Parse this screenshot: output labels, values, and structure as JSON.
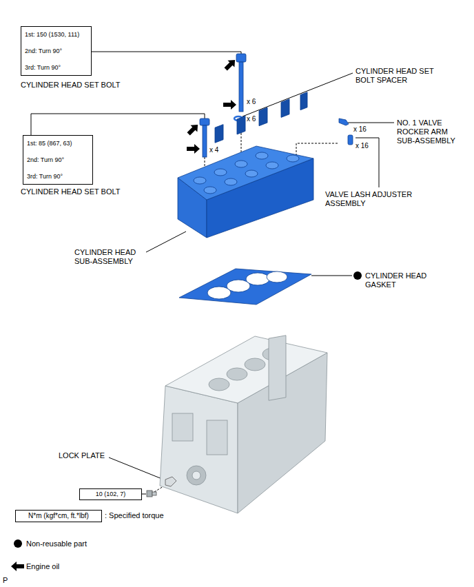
{
  "diagram": {
    "nodes": [
      {
        "text": [
          "1st: 150 (1530, 111)",
          "2nd: Turn 90°",
          "3rd: Turn 90°"
        ]
      },
      {
        "text": [
          "1st: 85 (867, 63)",
          "2nd: Turn 90°",
          "3rd: Turn 90°"
        ]
      },
      {
        "text": [
          "10 (102, 7)"
        ]
      },
      {
        "text": [
          "N*m (kgf*cm, ft.*lbf)"
        ]
      }
    ],
    "labels": [
      "CYLINDER HEAD SET BOLT",
      "x 6",
      "CYLINDER HEAD SET BOLT SPACER",
      "x 6",
      "CYLINDER HEAD SET BOLT",
      "x 4",
      "x 16",
      "NO. 1 VALVE ROCKER ARM SUB-ASSEMBLY",
      "x 16",
      "VALVE LASH ADJUSTER ASSEMBLY",
      "CYLINDER HEAD SUB-ASSEMBLY",
      "CYLINDER HEAD GASKET",
      "LOCK PLATE",
      "P"
    ],
    "legend": [
      {
        "text": ": Specified torque"
      },
      {
        "text": "Non-reusable part"
      },
      {
        "text": "Engine oil"
      }
    ]
  }
}
